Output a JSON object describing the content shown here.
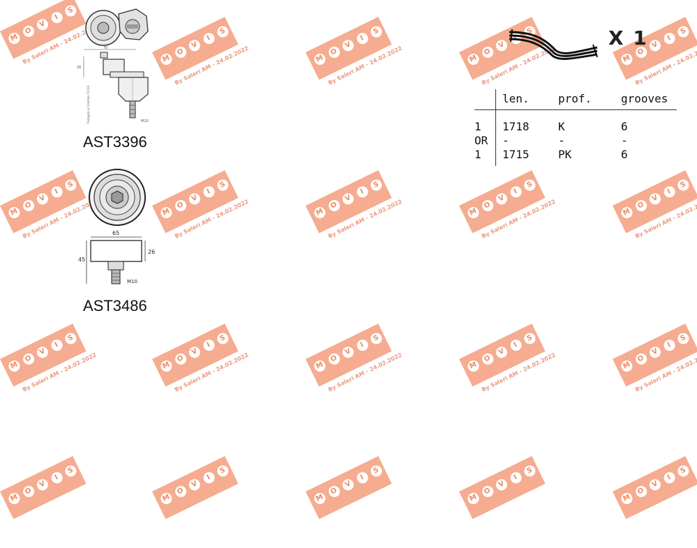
{
  "watermark": {
    "letters": [
      "M",
      "O",
      "V",
      "I",
      "S"
    ],
    "text": "By Saleri AM - 24.02.2022",
    "color": "#f4a587"
  },
  "parts": [
    {
      "code": "AST3396",
      "drawing": "belt-tensioner-with-pulley"
    },
    {
      "code": "AST3486",
      "drawing": "idler-pulley"
    }
  ],
  "drawing_labels": {
    "tensioner_width": "70",
    "tensioner_height": "26",
    "tensioner_thread": "M10",
    "tensioner_note": "Puleggia al ricambio T2116",
    "pulley_width": "65",
    "pulley_height": "45",
    "pulley_rim": "26",
    "pulley_thread": "M10"
  },
  "belt": {
    "icon": "ribbed-belt-icon",
    "quantity": "X 1"
  },
  "spec_table": {
    "headers": [
      "len.",
      "prof.",
      "grooves"
    ],
    "rows": [
      {
        "qty": "1",
        "len": "1718",
        "prof": "K",
        "grooves": "6"
      },
      {
        "qty": "OR",
        "len": "-",
        "prof": "-",
        "grooves": "-"
      },
      {
        "qty": "1",
        "len": "1715",
        "prof": "PK",
        "grooves": "6"
      }
    ]
  }
}
